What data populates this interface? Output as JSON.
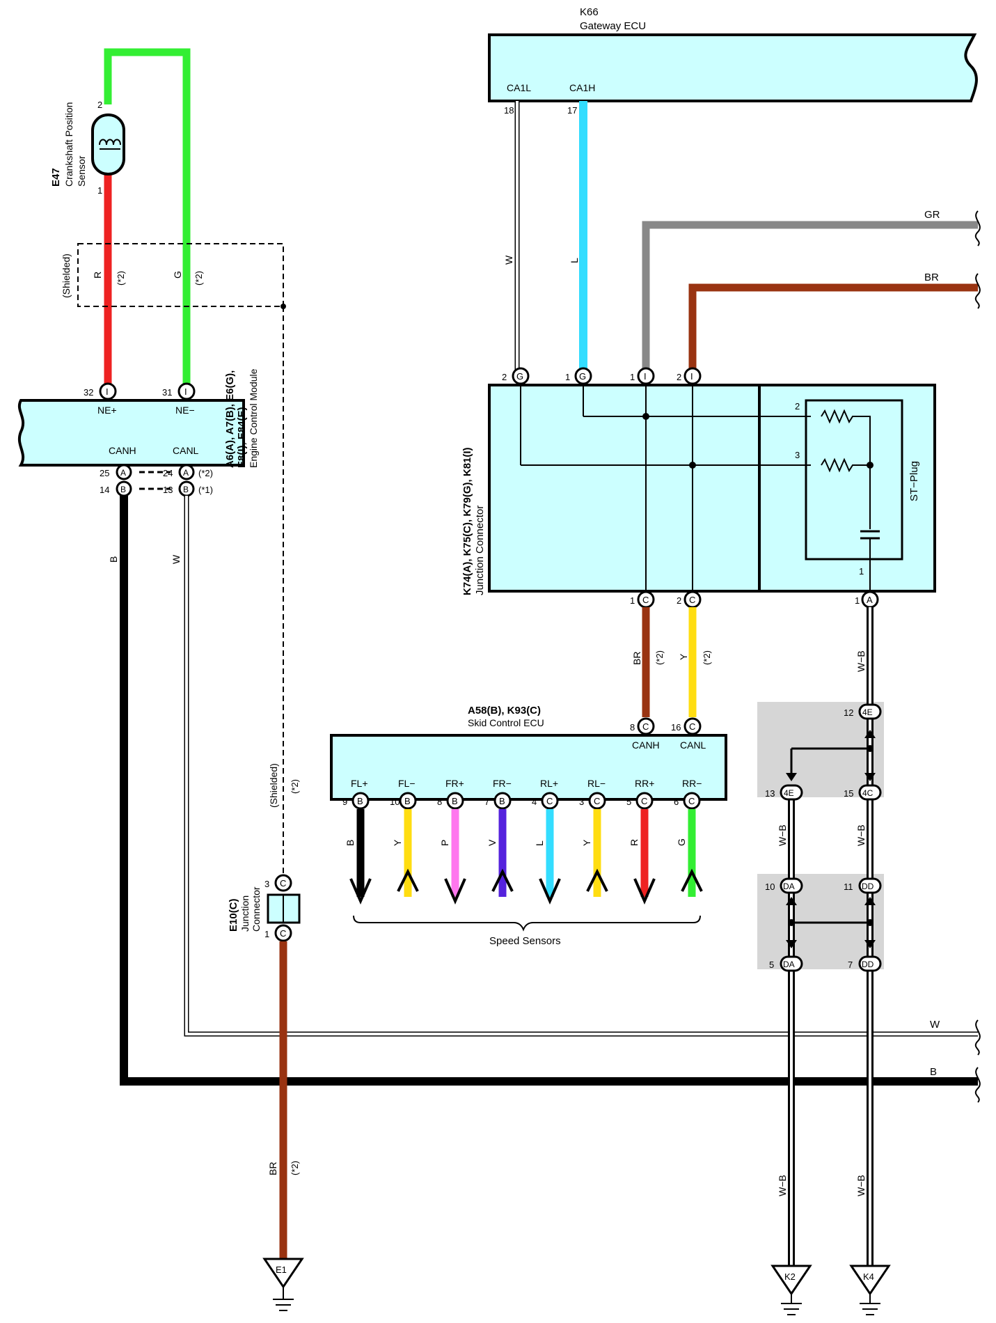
{
  "gateway": {
    "id": "K66",
    "name": "Gateway ECU",
    "pin_l": "CA1L",
    "pin_h": "CA1H",
    "pin_l_no": "18",
    "pin_h_no": "17"
  },
  "sensor": {
    "id": "E47",
    "name1": "Crankshaft Position",
    "name2": "Sensor",
    "pin_top": "2",
    "pin_bottom": "1"
  },
  "shield": {
    "label": "(Shielded)",
    "wire_r": "R",
    "wire_g": "G",
    "note": "(*2)"
  },
  "ecm": {
    "id1": "A6(A), A7(B), E6(G),",
    "id2": "E8(I), E84(E)",
    "name": "Engine Control Module",
    "ne_plus": "NE+",
    "ne_minus": "NE−",
    "canh": "CANH",
    "canl": "CANL",
    "p32": "32",
    "p31": "31",
    "p25": "25",
    "p24": "24",
    "p14": "14",
    "p13": "13",
    "cA": "A",
    "cB": "B",
    "cI": "I",
    "n2": "(*2)",
    "n1": "(*1)"
  },
  "junction": {
    "id": "K74(A), K75(C), K79(G), K81(I)",
    "name": "Junction Connector",
    "p2": "2",
    "p1": "1",
    "cG": "G",
    "cI": "I",
    "cC": "C",
    "cA": "A",
    "r2": "2",
    "r3": "3",
    "r1": "1",
    "st_plug": "ST−Plug"
  },
  "wires": {
    "W": "W",
    "L": "L",
    "GR": "GR",
    "BR": "BR",
    "B": "B",
    "Y": "Y",
    "WB": "W−B",
    "star2": "(*2)",
    "P": "P",
    "V": "V",
    "R": "R",
    "G": "G"
  },
  "skid": {
    "id": "A58(B), K93(C)",
    "name": "Skid Control ECU",
    "canh": "CANH",
    "canl": "CANL",
    "p8": "8",
    "p16": "16",
    "pins": [
      {
        "label": "FL+",
        "no": "9",
        "c": "B",
        "wire": "B"
      },
      {
        "label": "FL−",
        "no": "10",
        "c": "B",
        "wire": "Y"
      },
      {
        "label": "FR+",
        "no": "8",
        "c": "B",
        "wire": "P"
      },
      {
        "label": "FR−",
        "no": "7",
        "c": "B",
        "wire": "V"
      },
      {
        "label": "RL+",
        "no": "4",
        "c": "C",
        "wire": "L"
      },
      {
        "label": "RL−",
        "no": "3",
        "c": "C",
        "wire": "Y"
      },
      {
        "label": "RR+",
        "no": "5",
        "c": "C",
        "wire": "R"
      },
      {
        "label": "RR−",
        "no": "6",
        "c": "C",
        "wire": "G"
      }
    ],
    "speed_sensors": "Speed Sensors"
  },
  "e10": {
    "id": "E10(C)",
    "name1": "Junction",
    "name2": "Connector",
    "p3": "3",
    "p1": "1",
    "c": "C"
  },
  "splices": {
    "c4E": "4E",
    "c4C": "4C",
    "cDA": "DA",
    "cDD": "DD",
    "p12": "12",
    "p13": "13",
    "p15": "15",
    "p10": "10",
    "p11": "11",
    "p5": "5",
    "p7": "7"
  },
  "grounds": {
    "e1": "E1",
    "k2": "K2",
    "k4": "K4"
  },
  "colors": {
    "ecu_fill": "#ccffff",
    "green": "#33ee33",
    "red": "#ee2222",
    "cyan": "#33ddff",
    "gray": "#888888",
    "brown": "#993311",
    "yellow": "#ffdd11",
    "pink": "#ff77ee",
    "violet": "#5522dd",
    "shade": "#d6d6d6"
  }
}
